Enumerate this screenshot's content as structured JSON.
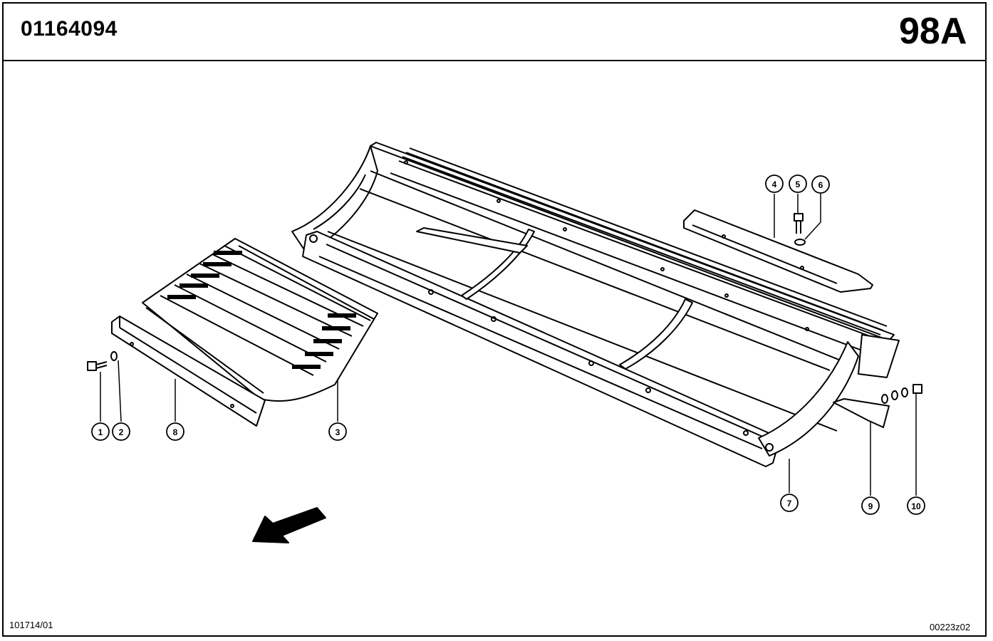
{
  "header": {
    "part_number": "01164094",
    "page_ref": "98A"
  },
  "footer": {
    "left_ref": "101714/01",
    "right_ref": "00223z02"
  },
  "callouts": [
    {
      "id": "c1",
      "label": "1"
    },
    {
      "id": "c2",
      "label": "2"
    },
    {
      "id": "c3",
      "label": "3"
    },
    {
      "id": "c4",
      "label": "4"
    },
    {
      "id": "c5",
      "label": "5"
    },
    {
      "id": "c6",
      "label": "6"
    },
    {
      "id": "c7",
      "label": "7"
    },
    {
      "id": "c8",
      "label": "8"
    },
    {
      "id": "c9",
      "label": "9"
    },
    {
      "id": "c10",
      "label": "10"
    }
  ],
  "icons": {
    "direction_arrow": "arrow-down-left-icon"
  }
}
